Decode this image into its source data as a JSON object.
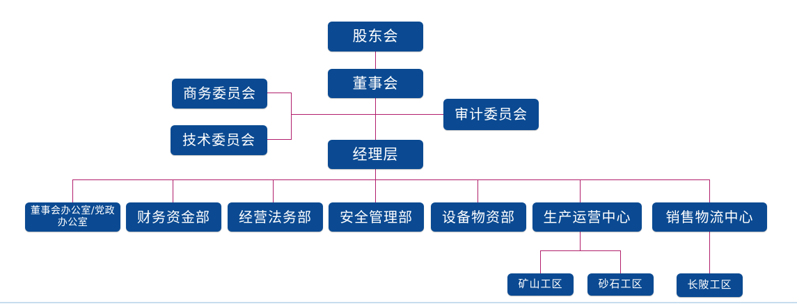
{
  "org_chart": {
    "colors": {
      "box": "#0b4a92",
      "box_text": "#ffffff",
      "connector": "#b01c6a"
    },
    "top": {
      "shareholders": "股东会",
      "board": "董事会",
      "management": "经理层"
    },
    "committees": {
      "business": "商务委员会",
      "technical": "技术委员会",
      "audit": "审计委员会"
    },
    "departments": [
      "董事会办公室/党政办公室",
      "财务资金部",
      "经营法务部",
      "安全管理部",
      "设备物资部",
      "生产运营中心",
      "销售物流中心"
    ],
    "sub_units": {
      "production": [
        "矿山工区",
        "砂石工区"
      ],
      "sales": [
        "长陂工区"
      ]
    }
  }
}
